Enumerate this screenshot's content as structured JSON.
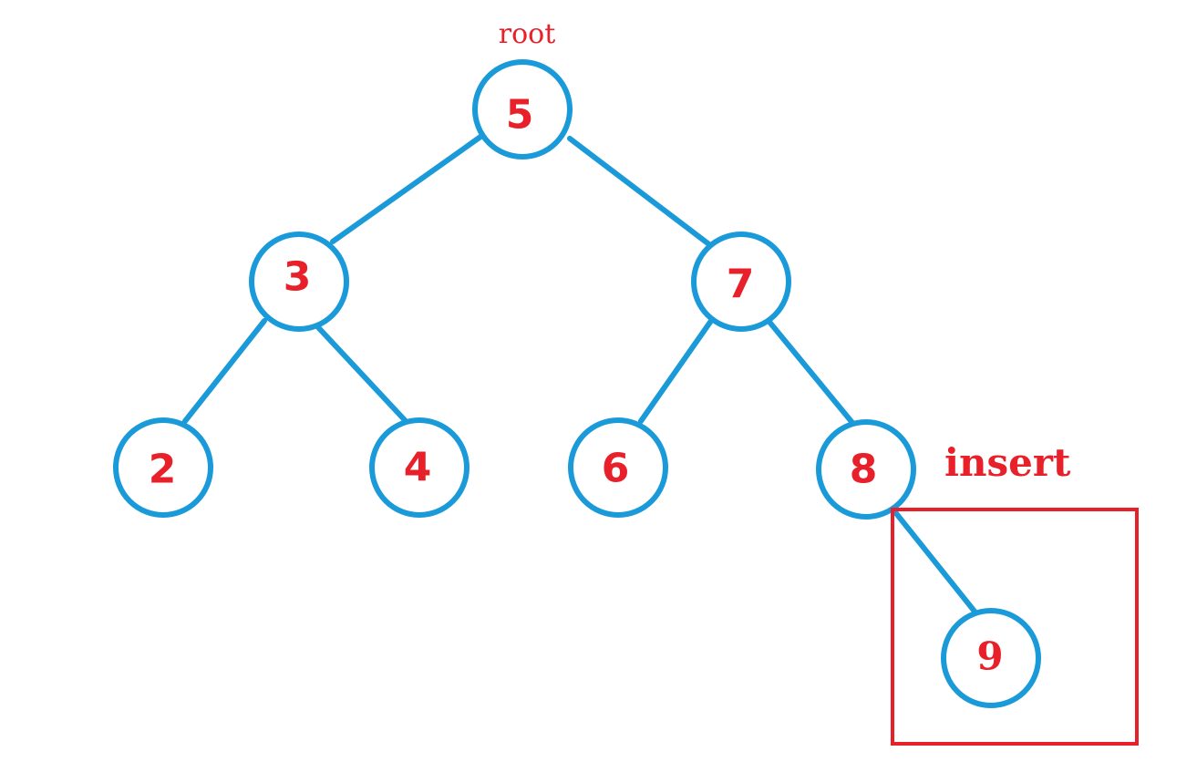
{
  "tree": {
    "root_label": "root",
    "insert_label": "insert",
    "nodes": [
      {
        "id": "n5",
        "value": "5"
      },
      {
        "id": "n3",
        "value": "3"
      },
      {
        "id": "n7",
        "value": "7"
      },
      {
        "id": "n2",
        "value": "2"
      },
      {
        "id": "n4",
        "value": "4"
      },
      {
        "id": "n6",
        "value": "6"
      },
      {
        "id": "n8",
        "value": "8"
      },
      {
        "id": "n9",
        "value": "9"
      }
    ],
    "edges": [
      {
        "from": "n5",
        "to": "n3"
      },
      {
        "from": "n5",
        "to": "n7"
      },
      {
        "from": "n3",
        "to": "n2"
      },
      {
        "from": "n3",
        "to": "n4"
      },
      {
        "from": "n7",
        "to": "n6"
      },
      {
        "from": "n7",
        "to": "n8"
      },
      {
        "from": "n8",
        "to": "n9"
      }
    ],
    "inserted_node": "n9"
  },
  "colors": {
    "node": "#1a9ad8",
    "text": "#e8202a",
    "highlight": "#e8202a"
  }
}
